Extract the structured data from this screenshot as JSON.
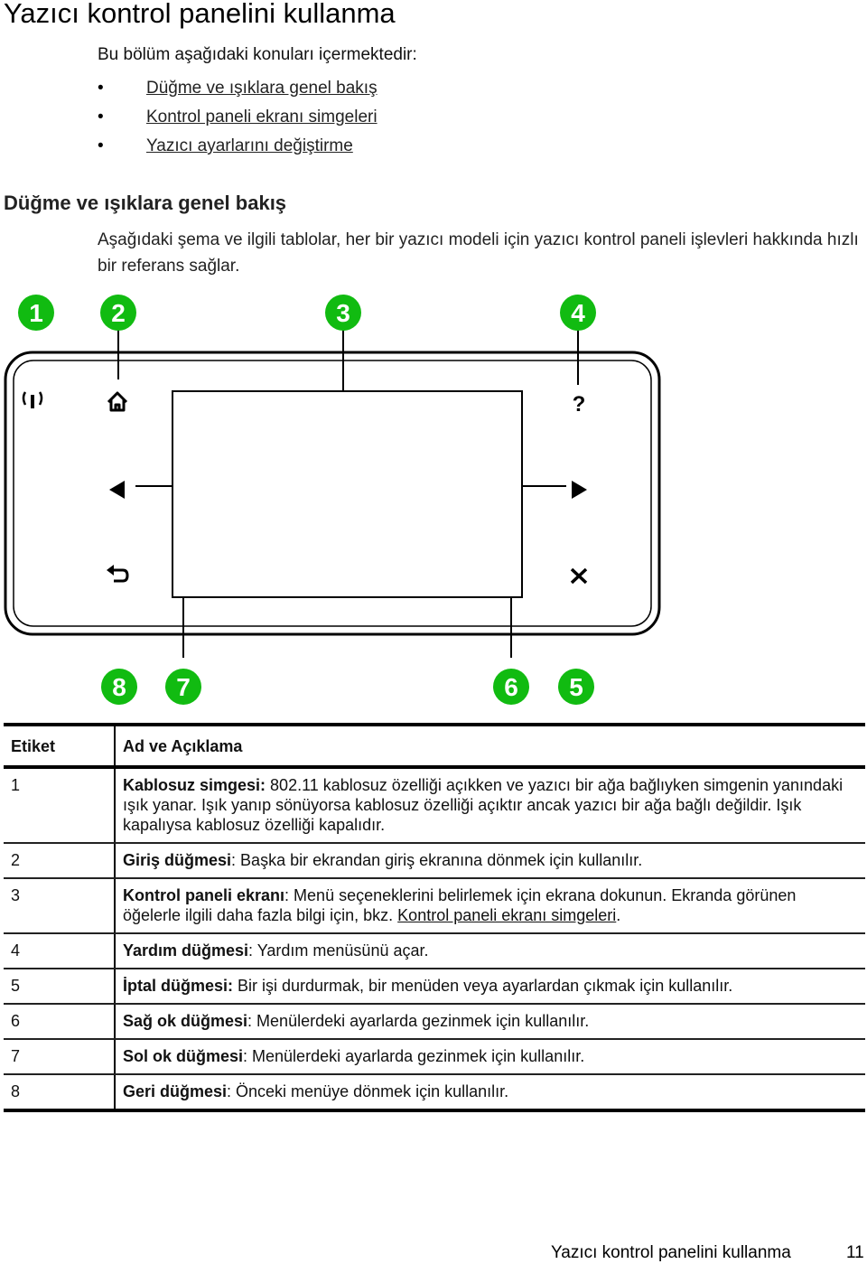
{
  "page": {
    "title": "Yazıcı kontrol panelini kullanma",
    "intro": "Bu bölüm aşağıdaki konuları içermektedir:",
    "toc": [
      {
        "bullet": "•",
        "label": "Düğme ve ışıklara genel bakış"
      },
      {
        "bullet": "•",
        "label": "Kontrol paneli ekranı simgeleri"
      },
      {
        "bullet": "•",
        "label": "Yazıcı ayarlarını değiştirme"
      }
    ]
  },
  "section": {
    "title": "Düğme ve ışıklara genel bakış",
    "paragraph": "Aşağıdaki şema ve ilgili tablolar, her bir yazıcı modeli için yazıcı kontrol paneli işlevleri hakkında hızlı bir referans sağlar."
  },
  "diagram": {
    "callouts": [
      "1",
      "2",
      "3",
      "4",
      "5",
      "6",
      "7",
      "8"
    ],
    "icons": [
      "wireless-icon",
      "home-icon",
      "help-icon",
      "left-arrow-icon",
      "right-arrow-icon",
      "back-icon",
      "cancel-icon"
    ],
    "help_glyph": "?"
  },
  "table": {
    "headers": {
      "label": "Etiket",
      "description": "Ad ve Açıklama"
    },
    "rows": [
      {
        "label": "1",
        "name": "Kablosuz simgesi:",
        "text": " 802.11 kablosuz özelliği açıkken ve yazıcı bir ağa bağlıyken simgenin yanındaki ışık yanar. Işık yanıp sönüyorsa kablosuz özelliği açıktır ancak yazıcı bir ağa bağlı değildir. Işık kapalıysa kablosuz özelliği kapalıdır.",
        "link": "",
        "after": ""
      },
      {
        "label": "2",
        "name": "Giriş düğmesi",
        "text": ": Başka bir ekrandan giriş ekranına dönmek için kullanılır.",
        "link": "",
        "after": ""
      },
      {
        "label": "3",
        "name": "Kontrol paneli ekranı",
        "text": ": Menü seçeneklerini belirlemek için ekrana dokunun. Ekranda görünen öğelerle ilgili daha fazla bilgi için, bkz. ",
        "link": "Kontrol paneli ekranı simgeleri",
        "after": "."
      },
      {
        "label": "4",
        "name": "Yardım düğmesi",
        "text": ": Yardım menüsünü açar.",
        "link": "",
        "after": ""
      },
      {
        "label": "5",
        "name": "İptal düğmesi:",
        "text": " Bir işi durdurmak, bir menüden veya ayarlardan çıkmak için kullanılır.",
        "link": "",
        "after": ""
      },
      {
        "label": "6",
        "name": "Sağ ok düğmesi",
        "text": ": Menülerdeki ayarlarda gezinmek için kullanılır.",
        "link": "",
        "after": ""
      },
      {
        "label": "7",
        "name": "Sol ok düğmesi",
        "text": ": Menülerdeki ayarlarda gezinmek için kullanılır.",
        "link": "",
        "after": ""
      },
      {
        "label": "8",
        "name": "Geri düğmesi",
        "text": ": Önceki menüye dönmek için kullanılır.",
        "link": "",
        "after": ""
      }
    ]
  },
  "footer": {
    "title": "Yazıcı kontrol panelini kullanma",
    "page_number": "11"
  }
}
